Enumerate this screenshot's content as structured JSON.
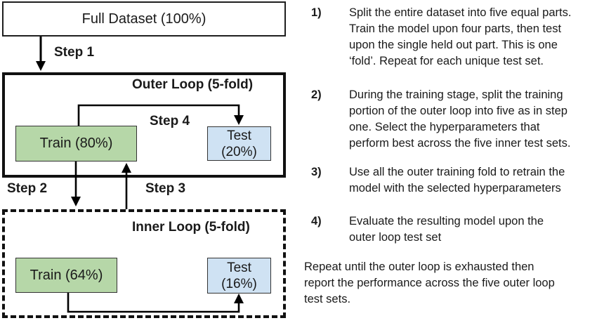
{
  "diagram": {
    "full_dataset_label": "Full Dataset (100%)",
    "step1_label": "Step 1",
    "step2_label": "Step 2",
    "step3_label": "Step 3",
    "outer_loop": {
      "title": "Outer Loop (5-fold)",
      "step4_label": "Step 4",
      "train_label": "Train (80%)",
      "test_label": "Test\n(20%)"
    },
    "inner_loop": {
      "title": "Inner Loop (5-fold)",
      "train_label": "Train (64%)",
      "test_label": "Test\n(16%)"
    },
    "colors": {
      "train_fill": "#b6d7a8",
      "test_fill": "#cfe2f3",
      "box_border": "#333333",
      "line_color": "#000000"
    }
  },
  "notes": {
    "items": [
      {
        "number": "1)",
        "text": "Split the entire dataset into five equal parts.\nTrain the model upon four parts, then test\nupon the single held out part. This is one\n‘fold’. Repeat for each unique test set."
      },
      {
        "number": "2)",
        "text": "During the training stage, split the training\nportion of the outer loop into five as in step\none. Select the hyperparameters that\nperform best across the five inner test sets."
      },
      {
        "number": "3)",
        "text": "Use all the outer training fold to retrain the\nmodel with the selected hyperparameters"
      },
      {
        "number": "4)",
        "text": "Evaluate the resulting model upon the\nouter loop test set"
      }
    ],
    "footer": "Repeat until the outer loop is exhausted then\nreport the performance across the five outer loop\ntest sets."
  }
}
